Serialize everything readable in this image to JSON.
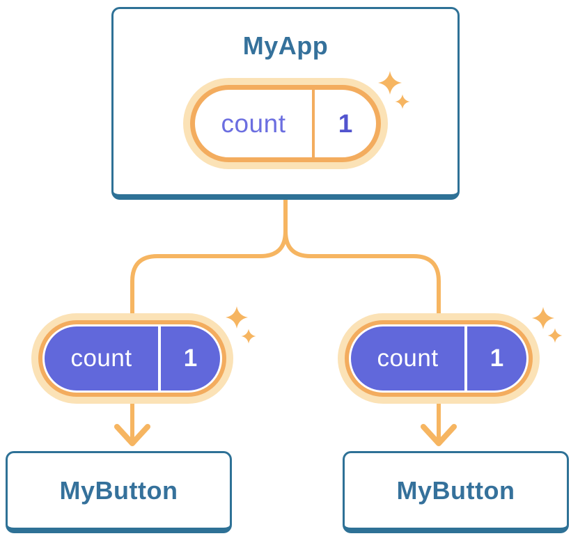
{
  "diagram": {
    "root": {
      "title": "MyApp",
      "state": {
        "key": "count",
        "value": "1"
      }
    },
    "children": [
      {
        "title": "MyButton",
        "state": {
          "key": "count",
          "value": "1"
        }
      },
      {
        "title": "MyButton",
        "state": {
          "key": "count",
          "value": "1"
        }
      }
    ],
    "colors": {
      "background": "#FFFFFF",
      "card_border": "#2E7196",
      "card_background": "#FFFFFF",
      "heading_text": "#35719B",
      "wire_orange": "#F6B561",
      "pill_halo": "#FBE2B6",
      "pill_ring": "#F3AC5E",
      "pill_purple_fill": "#6168DB",
      "pill_key_text": "#6B6EE0",
      "pill_value_text": "#5254CE",
      "pill_text_on_purple": "#FFFFFF"
    }
  }
}
